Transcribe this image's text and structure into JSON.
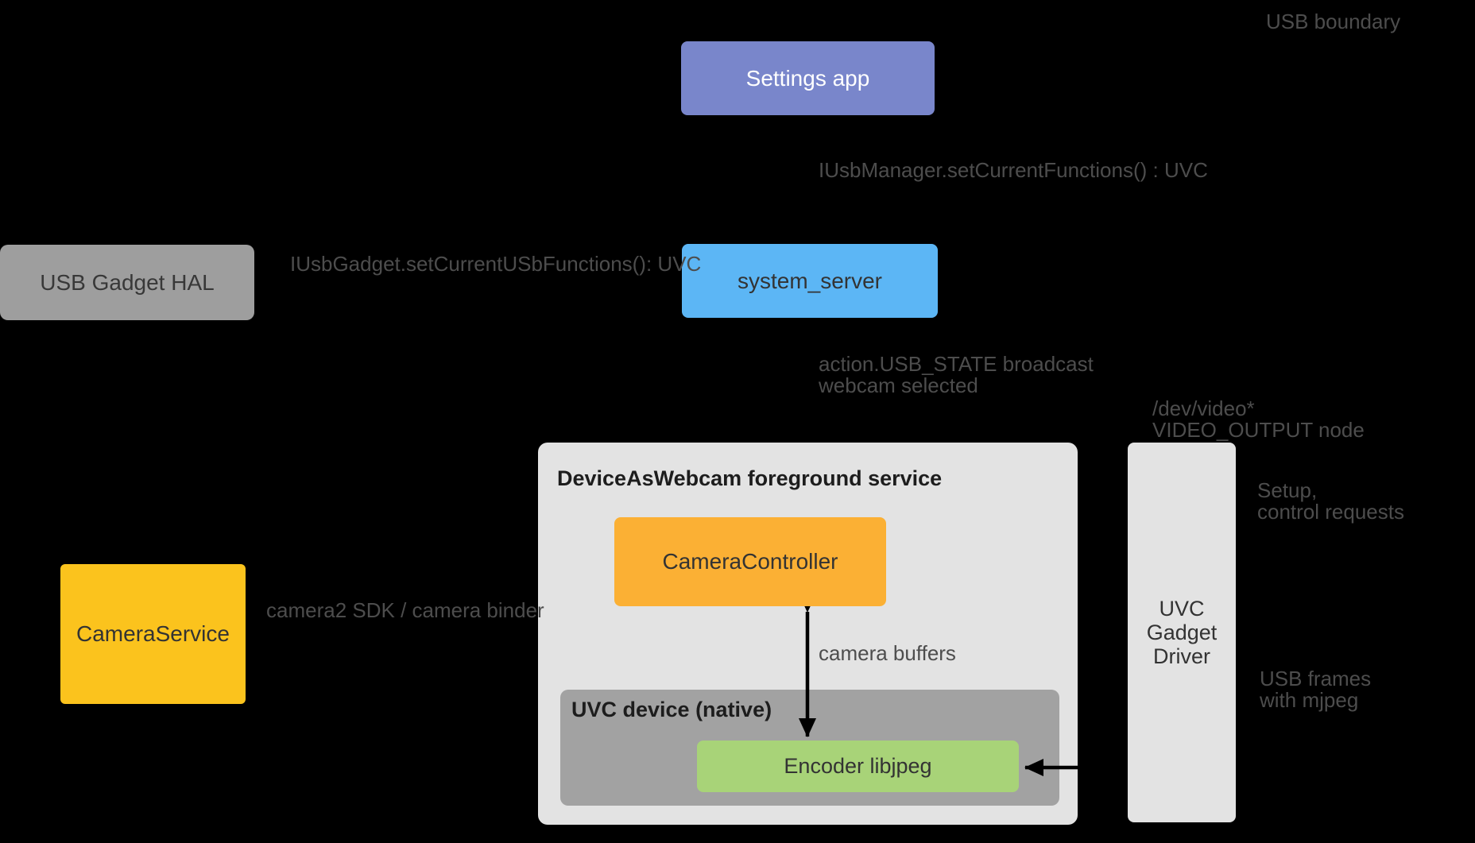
{
  "diagram": {
    "type": "architecture-flow-diagram",
    "background": "#000000"
  },
  "nodes": {
    "settings_app": "Settings app",
    "usb_gadget_hal": "USB Gadget HAL",
    "system_server": "system_server",
    "camera_service": "CameraService",
    "dawc_container_title": "DeviceAsWebcam foreground service",
    "camera_controller": "CameraController",
    "uvc_device_container_title": "UVC device (native)",
    "encoder": "Encoder libjpeg",
    "uvc_gadget_driver_line1": "UVC",
    "uvc_gadget_driver_line2": "Gadget",
    "uvc_gadget_driver_line3": "Driver"
  },
  "labels": {
    "usb_boundary": "USB boundary",
    "iusbmanager_call": "IUsbManager.setCurrentFunctions() : UVC",
    "iusbgadget_call": "IUsbGadget.setCurrentUSbFunctions(): UVC",
    "action_usb_state_line1": "action.USB_STATE broadcast",
    "action_usb_state_line2": "webcam selected",
    "dev_video_line1": "/dev/video*",
    "dev_video_line2": "VIDEO_OUTPUT node",
    "camera2_sdk": "camera2 SDK / camera binder",
    "camera_buffers": "camera buffers",
    "setup_line1": "Setup,",
    "setup_line2": "control requests",
    "usb_frames_line1": "USB frames",
    "usb_frames_line2": "with mjpeg"
  },
  "colors": {
    "settings_app": "#7986cb",
    "usb_gadget_hal": "#9e9e9e",
    "system_server": "#5cb6f5",
    "camera_service": "#fbc31d",
    "camera_controller": "#fbb034",
    "encoder": "#a8d378",
    "light_container": "#e3e3e3",
    "uvc_device_container": "#a2a2a2",
    "arrow": "#000000",
    "label_text": "#4d4d4d",
    "node_text": "#333333",
    "settings_text": "#ffffff"
  }
}
